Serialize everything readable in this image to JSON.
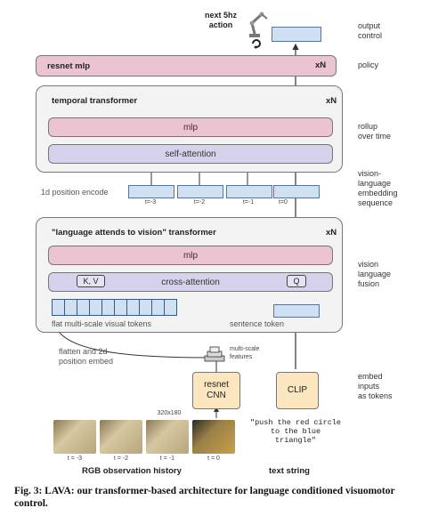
{
  "head": {
    "next_action": "next 5hz\naction",
    "output_label": "output\ncontrol"
  },
  "policy": {
    "bar_label": "resnet mlp",
    "repeat": "xN",
    "side_label": "policy"
  },
  "temporal": {
    "title": "temporal transformer",
    "repeat": "xN",
    "mlp_label": "mlp",
    "attn_label": "self-attention",
    "side_label": "rollup\nover time"
  },
  "position_encode": {
    "label": "1d position encode",
    "steps": [
      "t=-3",
      "t=-2",
      "t=-1",
      "t=0"
    ],
    "side_label": "vision-\nlanguage\nembedding\nsequence"
  },
  "lav": {
    "title": "\"language attends to vision\" transformer",
    "repeat": "xN",
    "mlp_label": "mlp",
    "attn_label": "cross-attention",
    "kv_label": "K, V",
    "q_label": "Q",
    "visual_tokens_label": "flat multi-scale visual tokens",
    "sentence_token_label": "sentence token",
    "side_label": "vision\nlanguage\nfusion"
  },
  "encoders": {
    "flatten_label": "flatten and 2d\nposition embed",
    "multiscale_label": "multi-scale\nfeatures",
    "resnet_label": "resnet\nCNN",
    "resolution_label": "320x180",
    "clip_label": "CLIP",
    "instruction": "\"push the red circle\nto the blue\ntriangle\"",
    "side_label": "embed\ninputs\nas tokens"
  },
  "observations": {
    "frames": [
      "t = -3",
      "t = -2",
      "t = -1",
      "t = 0"
    ],
    "caption": "RGB observation history",
    "text_caption": "text string"
  },
  "figure_caption": "Fig. 3: LAVA: our transformer-based architecture for language conditioned visuomotor control.",
  "colors": {
    "mlp": "#ecc3d2",
    "attention": "#d7d2ec",
    "token": "#cfe0f3",
    "encoder": "#fbe6bf",
    "panel": "#f3f3f3"
  }
}
